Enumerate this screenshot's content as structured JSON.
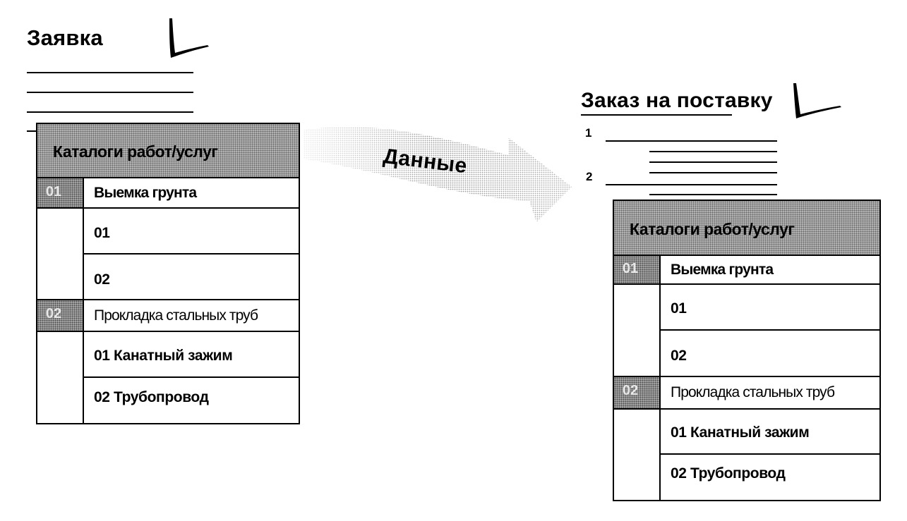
{
  "left_document": {
    "title": "Заявка",
    "catalog": {
      "header": "Каталоги работ/услуг",
      "groups": [
        {
          "code": "01",
          "name": "Выемка грунта",
          "items": [
            "01",
            "02"
          ]
        },
        {
          "code": "02",
          "name": "Прокладка стальных труб",
          "items": [
            "01 Канатный зажим",
            "02 Трубопровод"
          ]
        }
      ]
    }
  },
  "right_document": {
    "title": "Заказ на поставку",
    "line_numbers": [
      "1",
      "2"
    ],
    "catalog": {
      "header": "Каталоги работ/услуг",
      "groups": [
        {
          "code": "01",
          "name": "Выемка грунта",
          "items": [
            "01",
            "02"
          ]
        },
        {
          "code": "02",
          "name": "Прокладка стальных труб",
          "items": [
            "01 Канатный зажим",
            "02 Трубопровод"
          ]
        }
      ]
    }
  },
  "flow": {
    "label": "Данные"
  },
  "icons": {
    "approval": "check-mark-icon"
  },
  "colors": {
    "header_fill": "#b8b8b8",
    "code_fill": "#a8a8a8",
    "arrow_fill": "#d0d0d0"
  }
}
